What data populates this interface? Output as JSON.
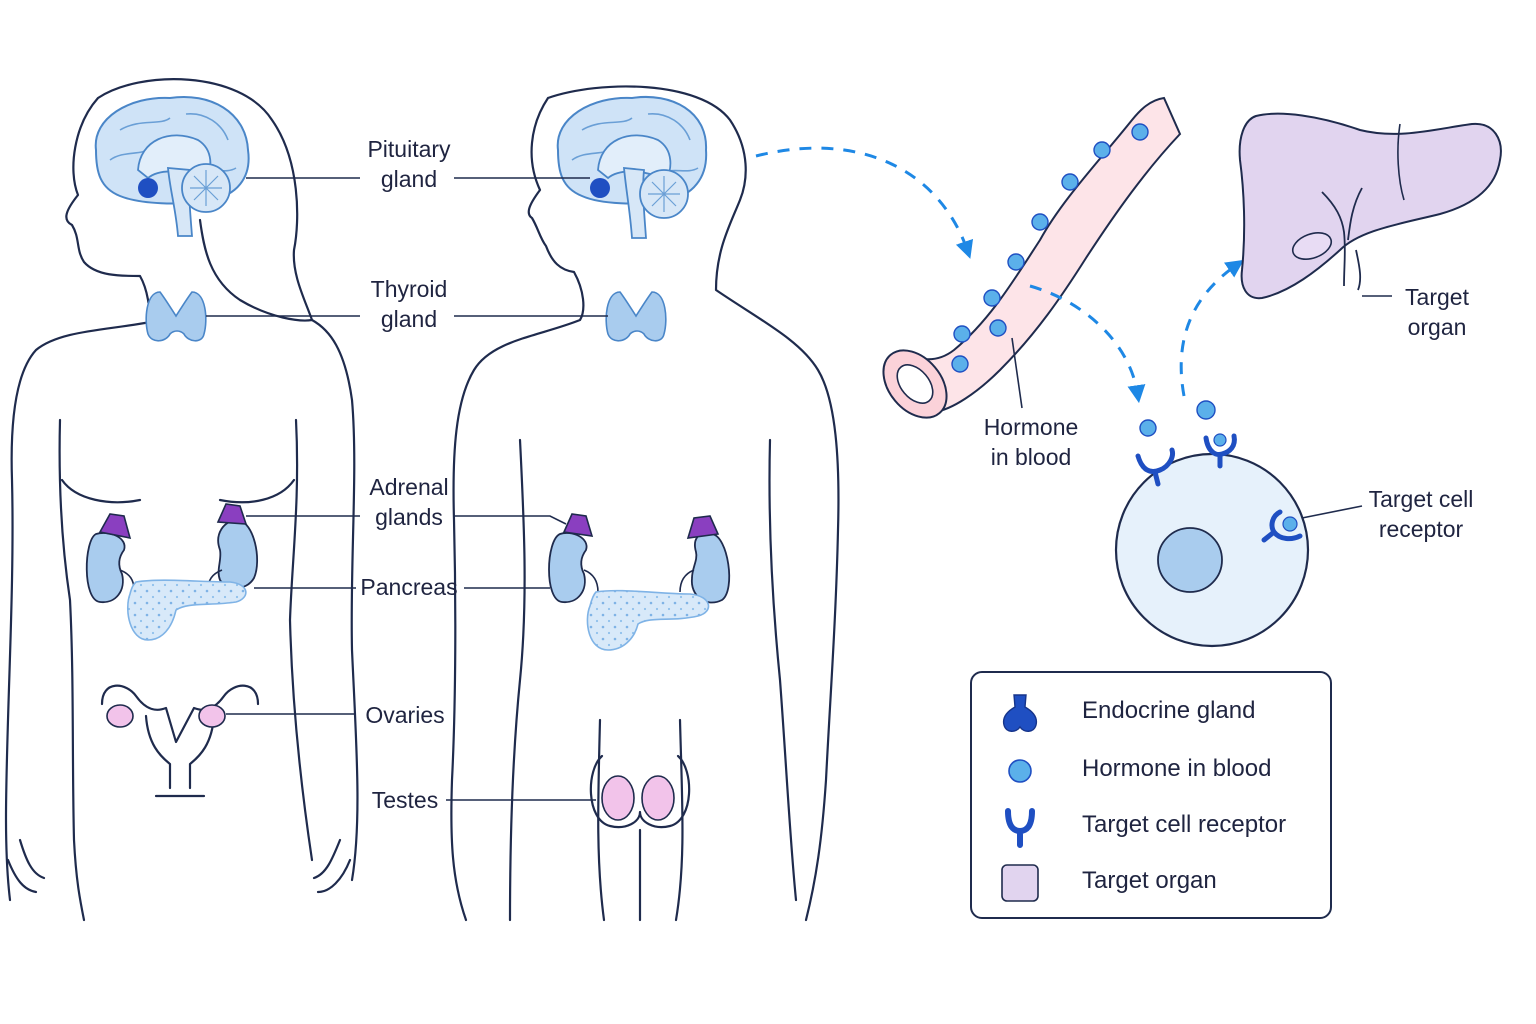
{
  "labels": {
    "pituitary": "Pituitary\ngland",
    "thyroid": "Thyroid\ngland",
    "adrenal": "Adrenal\nglands",
    "pancreas": "Pancreas",
    "ovaries": "Ovaries",
    "testes": "Testes",
    "hormone_in_blood": "Hormone\nin blood",
    "target_organ": "Target\norgan",
    "target_cell_receptor": "Target cell\nreceptor"
  },
  "legend": {
    "items": [
      {
        "icon": "endocrine-gland-icon",
        "label": "Endocrine gland"
      },
      {
        "icon": "hormone-dot-icon",
        "label": "Hormone in blood"
      },
      {
        "icon": "receptor-icon",
        "label": "Target cell receptor"
      },
      {
        "icon": "target-organ-swatch-icon",
        "label": "Target organ"
      }
    ]
  },
  "colors": {
    "outline": "#1f2b4d",
    "brain": "#cfe3f7",
    "gland_dark_blue": "#1f4fc2",
    "thyroid": "#a9ccee",
    "adrenal": "#8a3fc0",
    "kidney": "#a9ccee",
    "ovary_testis": "#f2c3ea",
    "vessel": "#fde4e8",
    "hormone": "#5bb0ea",
    "cell": "#e6f1fb",
    "nucleus": "#a9ccee",
    "liver": "#e1d4ef",
    "arrow": "#1e88e5"
  }
}
